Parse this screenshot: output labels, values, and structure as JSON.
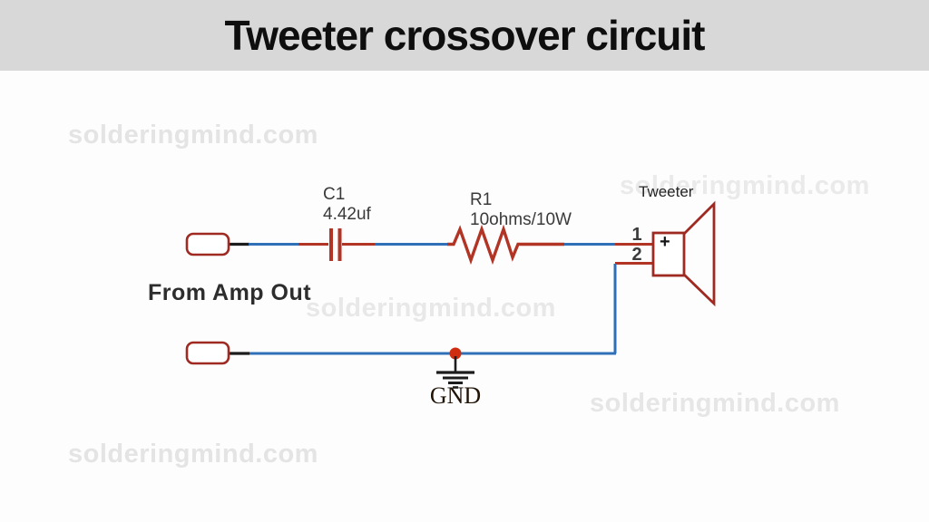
{
  "header": {
    "title": "Tweeter crossover circuit"
  },
  "watermark": {
    "text": "solderingmind.com"
  },
  "circuit": {
    "source_label": "From Amp Out",
    "capacitor": {
      "ref": "C1",
      "value": "4.42uf"
    },
    "resistor": {
      "ref": "R1",
      "value": "10ohms/10W"
    },
    "tweeter": {
      "label": "Tweeter",
      "pin1": "1",
      "pin2": "2",
      "polarity": "+"
    },
    "ground": {
      "label": "GND"
    }
  },
  "colors": {
    "header-bg": "#d8d8d8",
    "title": "#0e0e0e",
    "wire-blue": "#2f6fb7",
    "component-red": "#b23425",
    "outline-red": "#9e2a22",
    "junction-red": "#cf2d10",
    "wire-black": "#1c1c1c",
    "label": "#3a3a3a",
    "watermark": "#e4e4e4"
  }
}
